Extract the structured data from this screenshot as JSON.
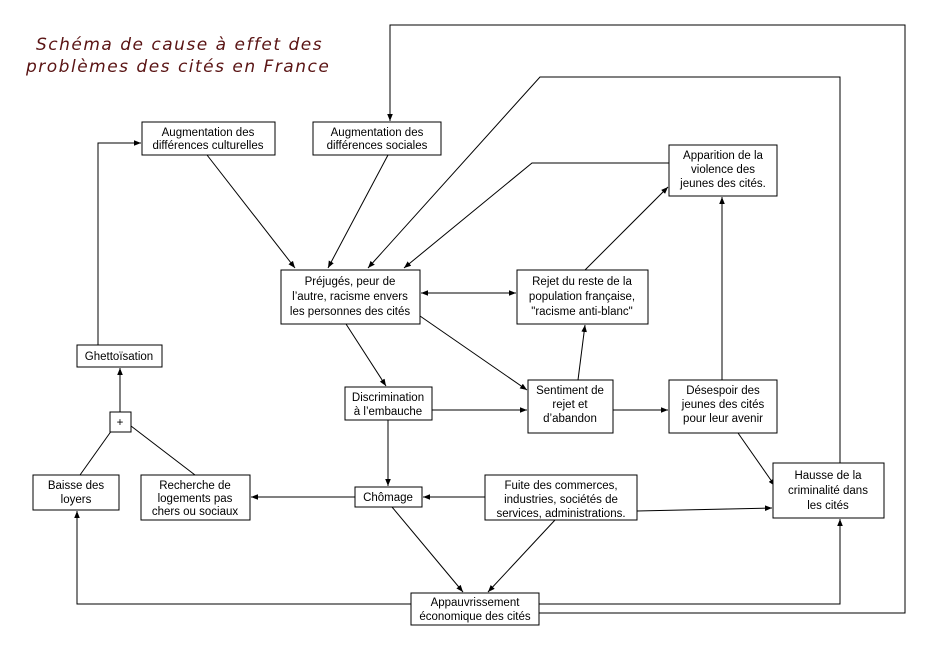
{
  "title": {
    "line1": "Schéma de cause à effet des",
    "line2": "problèmes des cités en France",
    "color": "#5a1414"
  },
  "boxes": {
    "culturelles": [
      "Augmentation des",
      "différences culturelles"
    ],
    "sociales": [
      "Augmentation des",
      "différences sociales"
    ],
    "apparition": [
      "Apparition de la",
      "violence des",
      "jeunes des cités."
    ],
    "prejuges": [
      "Préjugés, peur de",
      "l’autre, racisme envers",
      "les personnes des cités"
    ],
    "rejet_reste": [
      "Rejet du reste de la",
      "population française,",
      "\"racisme anti-blanc\""
    ],
    "ghetto": [
      "Ghettoïsation"
    ],
    "plus": [
      "+"
    ],
    "discrimination": [
      "Discrimination",
      "à l’embauche"
    ],
    "sentiment": [
      "Sentiment de",
      "rejet et",
      "d’abandon"
    ],
    "desespoir": [
      "Désespoir des",
      "jeunes des cités",
      "pour leur avenir"
    ],
    "baisse": [
      "Baisse des",
      "loyers"
    ],
    "recherche": [
      "Recherche de",
      "logements pas",
      "chers ou sociaux"
    ],
    "chomage": [
      "Chômage"
    ],
    "fuite": [
      "Fuite des commerces,",
      "industries, sociétés de",
      "services, administrations."
    ],
    "hausse": [
      "Hausse de la",
      "criminalité dans",
      "les cités"
    ],
    "appauvrissement": [
      "Appauvrissement",
      "économique des cités"
    ]
  }
}
